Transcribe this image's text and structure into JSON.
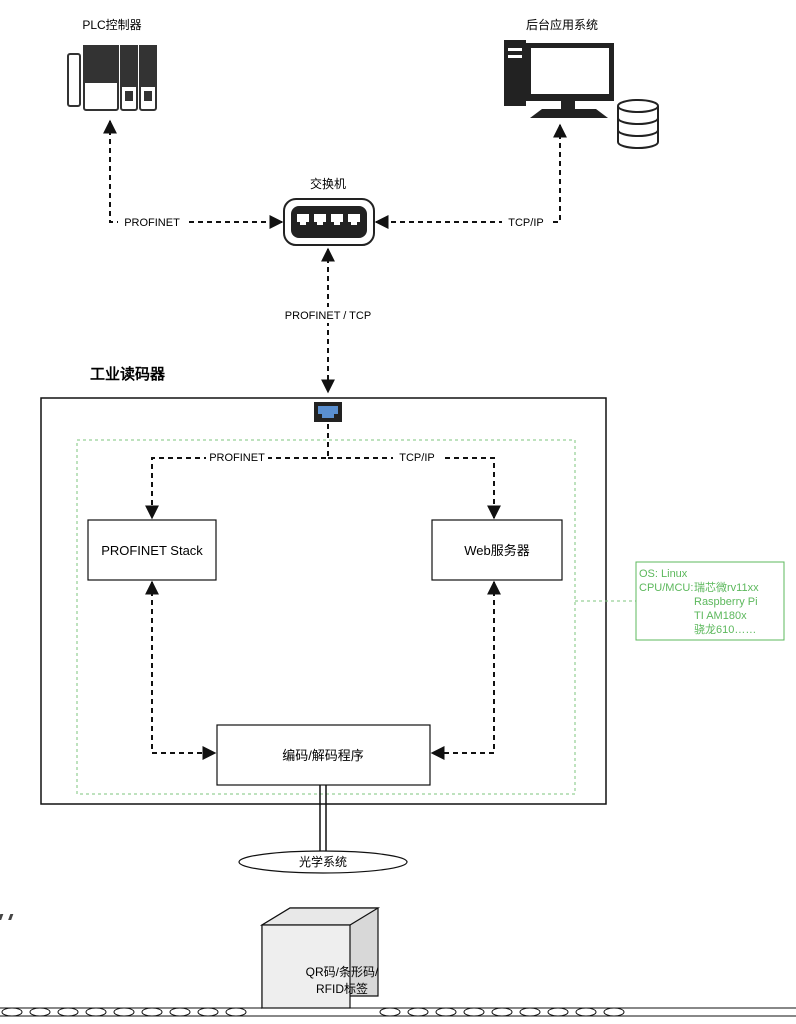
{
  "nodes": {
    "plc": {
      "label": "PLC控制器"
    },
    "backend": {
      "label": "后台应用系统"
    },
    "switch": {
      "label": "交换机"
    },
    "reader": {
      "label": "工业读码器"
    },
    "profinet_stack": {
      "label": "PROFINET Stack"
    },
    "web_server": {
      "label": "Web服务器"
    },
    "codec": {
      "label": "编码/解码程序"
    },
    "optics": {
      "label": "光学系统"
    },
    "tag": {
      "line1": "QR码/条形码/",
      "line2": "RFID标签"
    }
  },
  "edges": {
    "plc_switch": "PROFINET",
    "backend_switch": "TCP/IP",
    "switch_reader": "PROFINET / TCP",
    "internal_profinet": "PROFINET",
    "internal_tcp": "TCP/IP"
  },
  "note": {
    "os": "OS: Linux",
    "cpu_label": "CPU/MCU:",
    "cpu_options": [
      "瑞芯微rv11xx",
      "Raspberry Pi",
      "TI AM180x",
      "骁龙610……"
    ]
  },
  "colors": {
    "note_green": "#5cb85c",
    "dashed_green": "#7cc67c",
    "line": "#111111"
  }
}
